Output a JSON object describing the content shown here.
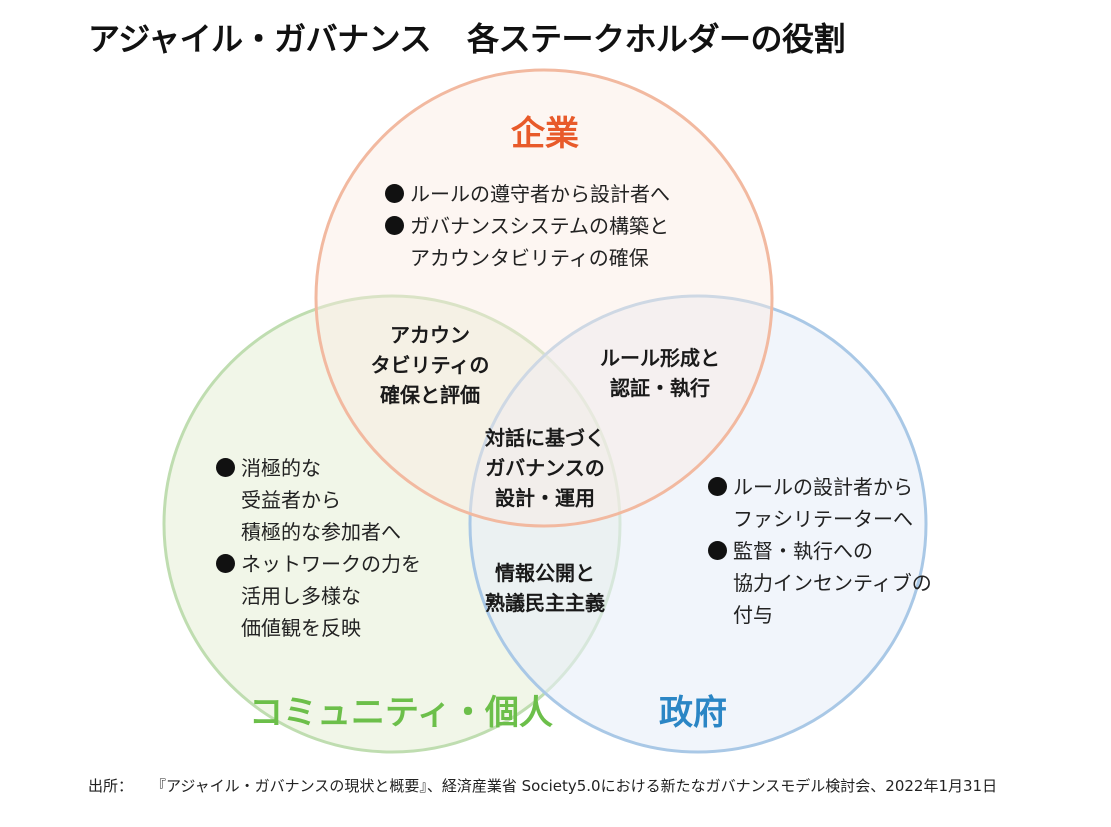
{
  "title": {
    "main": "アジャイル・ガバナンス",
    "sub": "各ステークホルダーの役割"
  },
  "colors": {
    "company": "#e85a2a",
    "community": "#6cbf4a",
    "government": "#2b86c5",
    "company_fill": "#fbeae2",
    "community_fill": "#eef4e4",
    "government_fill": "#e8eff8",
    "company_stroke": "#f2b9a0",
    "community_stroke": "#bfddb0",
    "government_stroke": "#a9c8e6"
  },
  "circles": {
    "company": {
      "title": "企業",
      "bullets": [
        {
          "lines": [
            "ルールの遵守者から設計者へ"
          ]
        },
        {
          "lines": [
            "ガバナンスシステムの構築と",
            "アカウンタビリティの確保"
          ]
        }
      ]
    },
    "community": {
      "title": "コミュニティ・個人",
      "bullets": [
        {
          "lines": [
            "消極的な",
            "受益者から",
            "積極的な参加者へ"
          ]
        },
        {
          "lines": [
            "ネットワークの力を",
            "活用し多様な",
            "価値観を反映"
          ]
        }
      ]
    },
    "government": {
      "title": "政府",
      "bullets": [
        {
          "lines": [
            "ルールの設計者から",
            "ファシリテーターへ"
          ]
        },
        {
          "lines": [
            "監督・執行への",
            "協力インセンティブの",
            "付与"
          ]
        }
      ]
    }
  },
  "overlaps": {
    "company_community": [
      "アカウン",
      "タビリティの",
      "確保と評価"
    ],
    "company_government": [
      "ルール形成と",
      "認証・執行"
    ],
    "center": [
      "対話に基づく",
      "ガバナンスの",
      "設計・運用"
    ],
    "community_government": [
      "情報公開と",
      "熟議民主主義"
    ]
  },
  "source": {
    "label": "出所：",
    "text": "『アジャイル・ガバナンスの現状と概要』、経済産業省 Society5.0における新たなガバナンスモデル検討会、2022年1月31日"
  }
}
